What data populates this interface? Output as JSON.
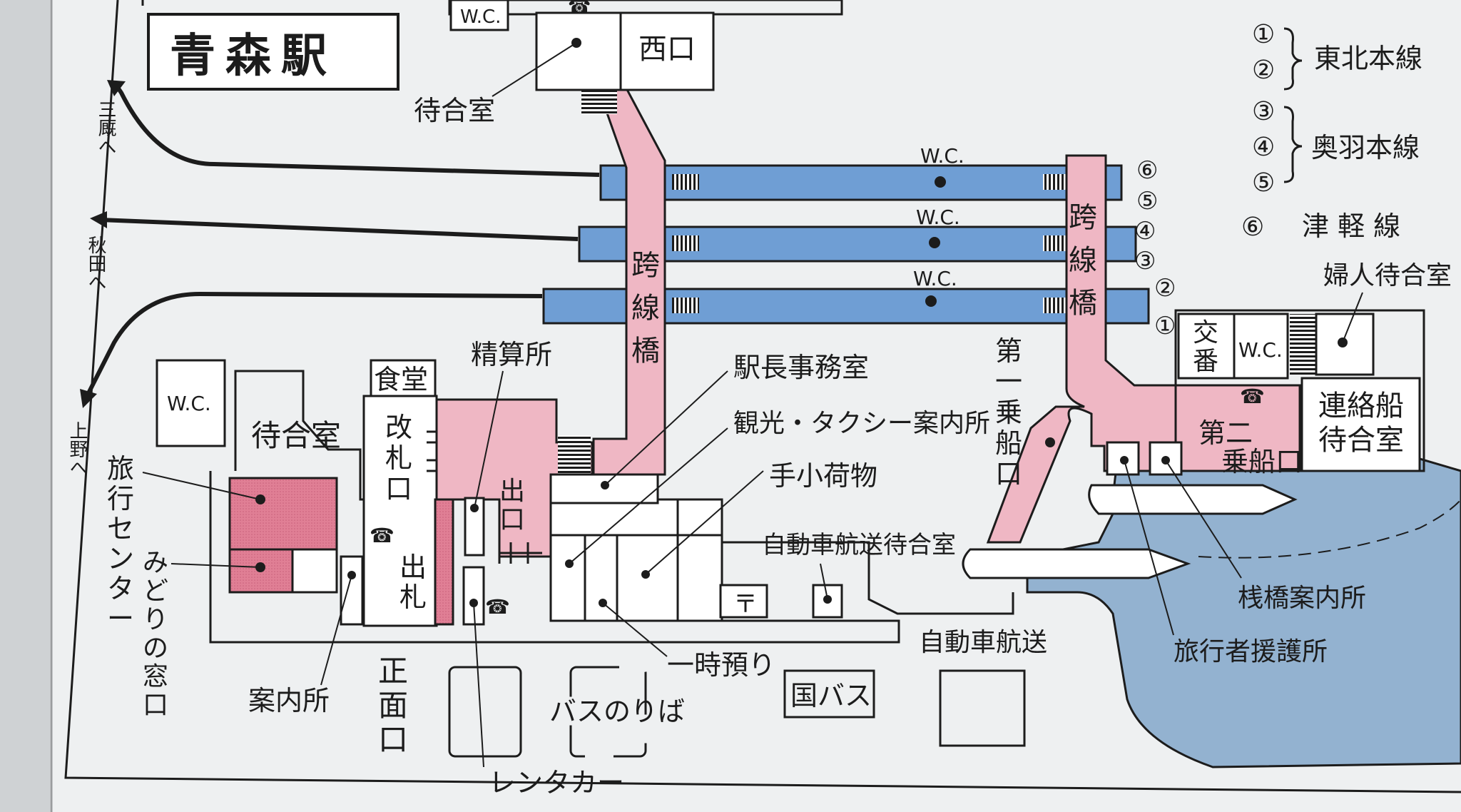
{
  "title": "青森駅",
  "colors": {
    "paper": "#eef0f1",
    "page_edge": "#cfd2d4",
    "platform": "#6f9ed4",
    "bridge": "#efb7c4",
    "office": "#e07f95",
    "sea": "#93b2d0",
    "ink": "#1c1c1c"
  },
  "legend": [
    {
      "numbers": [
        "①",
        "②"
      ],
      "line": "東北本線"
    },
    {
      "numbers": [
        "③",
        "④",
        "⑤"
      ],
      "line": "奥羽本線"
    },
    {
      "numbers": [
        "⑥"
      ],
      "line": "津 軽 線"
    }
  ],
  "track_numbers": [
    "⑥",
    "⑤",
    "④",
    "③",
    "②",
    "①"
  ],
  "destinations": {
    "sannohe": "三厩へ",
    "akita": "秋田へ",
    "ueno": "上野へ"
  },
  "labels": {
    "west_exit": "西口",
    "waiting_room_west": "待合室",
    "wc": "W.C.",
    "bridge_chars": [
      "跨",
      "線",
      "橋"
    ],
    "seisanjo": "精算所",
    "shokudo": "食堂",
    "waiting_room_main": "待合室",
    "kaisatsuguchi": [
      "改",
      "札",
      "口"
    ],
    "deguchi": [
      "出",
      "口"
    ],
    "desatsu": [
      "出",
      "札"
    ],
    "ryoko_center": [
      "旅",
      "行",
      "セ",
      "ン",
      "タ",
      "ー"
    ],
    "midori": [
      "み",
      "ど",
      "り",
      "の",
      "窓",
      "口"
    ],
    "annaijo": "案内所",
    "shomenguchi": [
      "正",
      "面",
      "口"
    ],
    "rental_car": "レンタカー",
    "bus_stop": "バスのりば",
    "temporary_storage": "一時預り",
    "national_bus": "国バス",
    "station_master": "駅長事務室",
    "tourism_taxi": "観光・タクシー案内所",
    "hand_baggage": "手小荷物",
    "car_ferry_waiting": "自動車航送待合室",
    "car_ferry": "自動車航送",
    "post_mark": "〒",
    "first_boarding": [
      "第",
      "一",
      "乗",
      "船",
      "口"
    ],
    "second_boarding": [
      "第二",
      "乗船口"
    ],
    "koban": [
      "交",
      "番"
    ],
    "ferry_waiting": [
      "連絡船",
      "待合室"
    ],
    "women_waiting": "婦人待合室",
    "pier_info": "桟橋案内所",
    "traveler_aid": "旅行者援護所"
  }
}
